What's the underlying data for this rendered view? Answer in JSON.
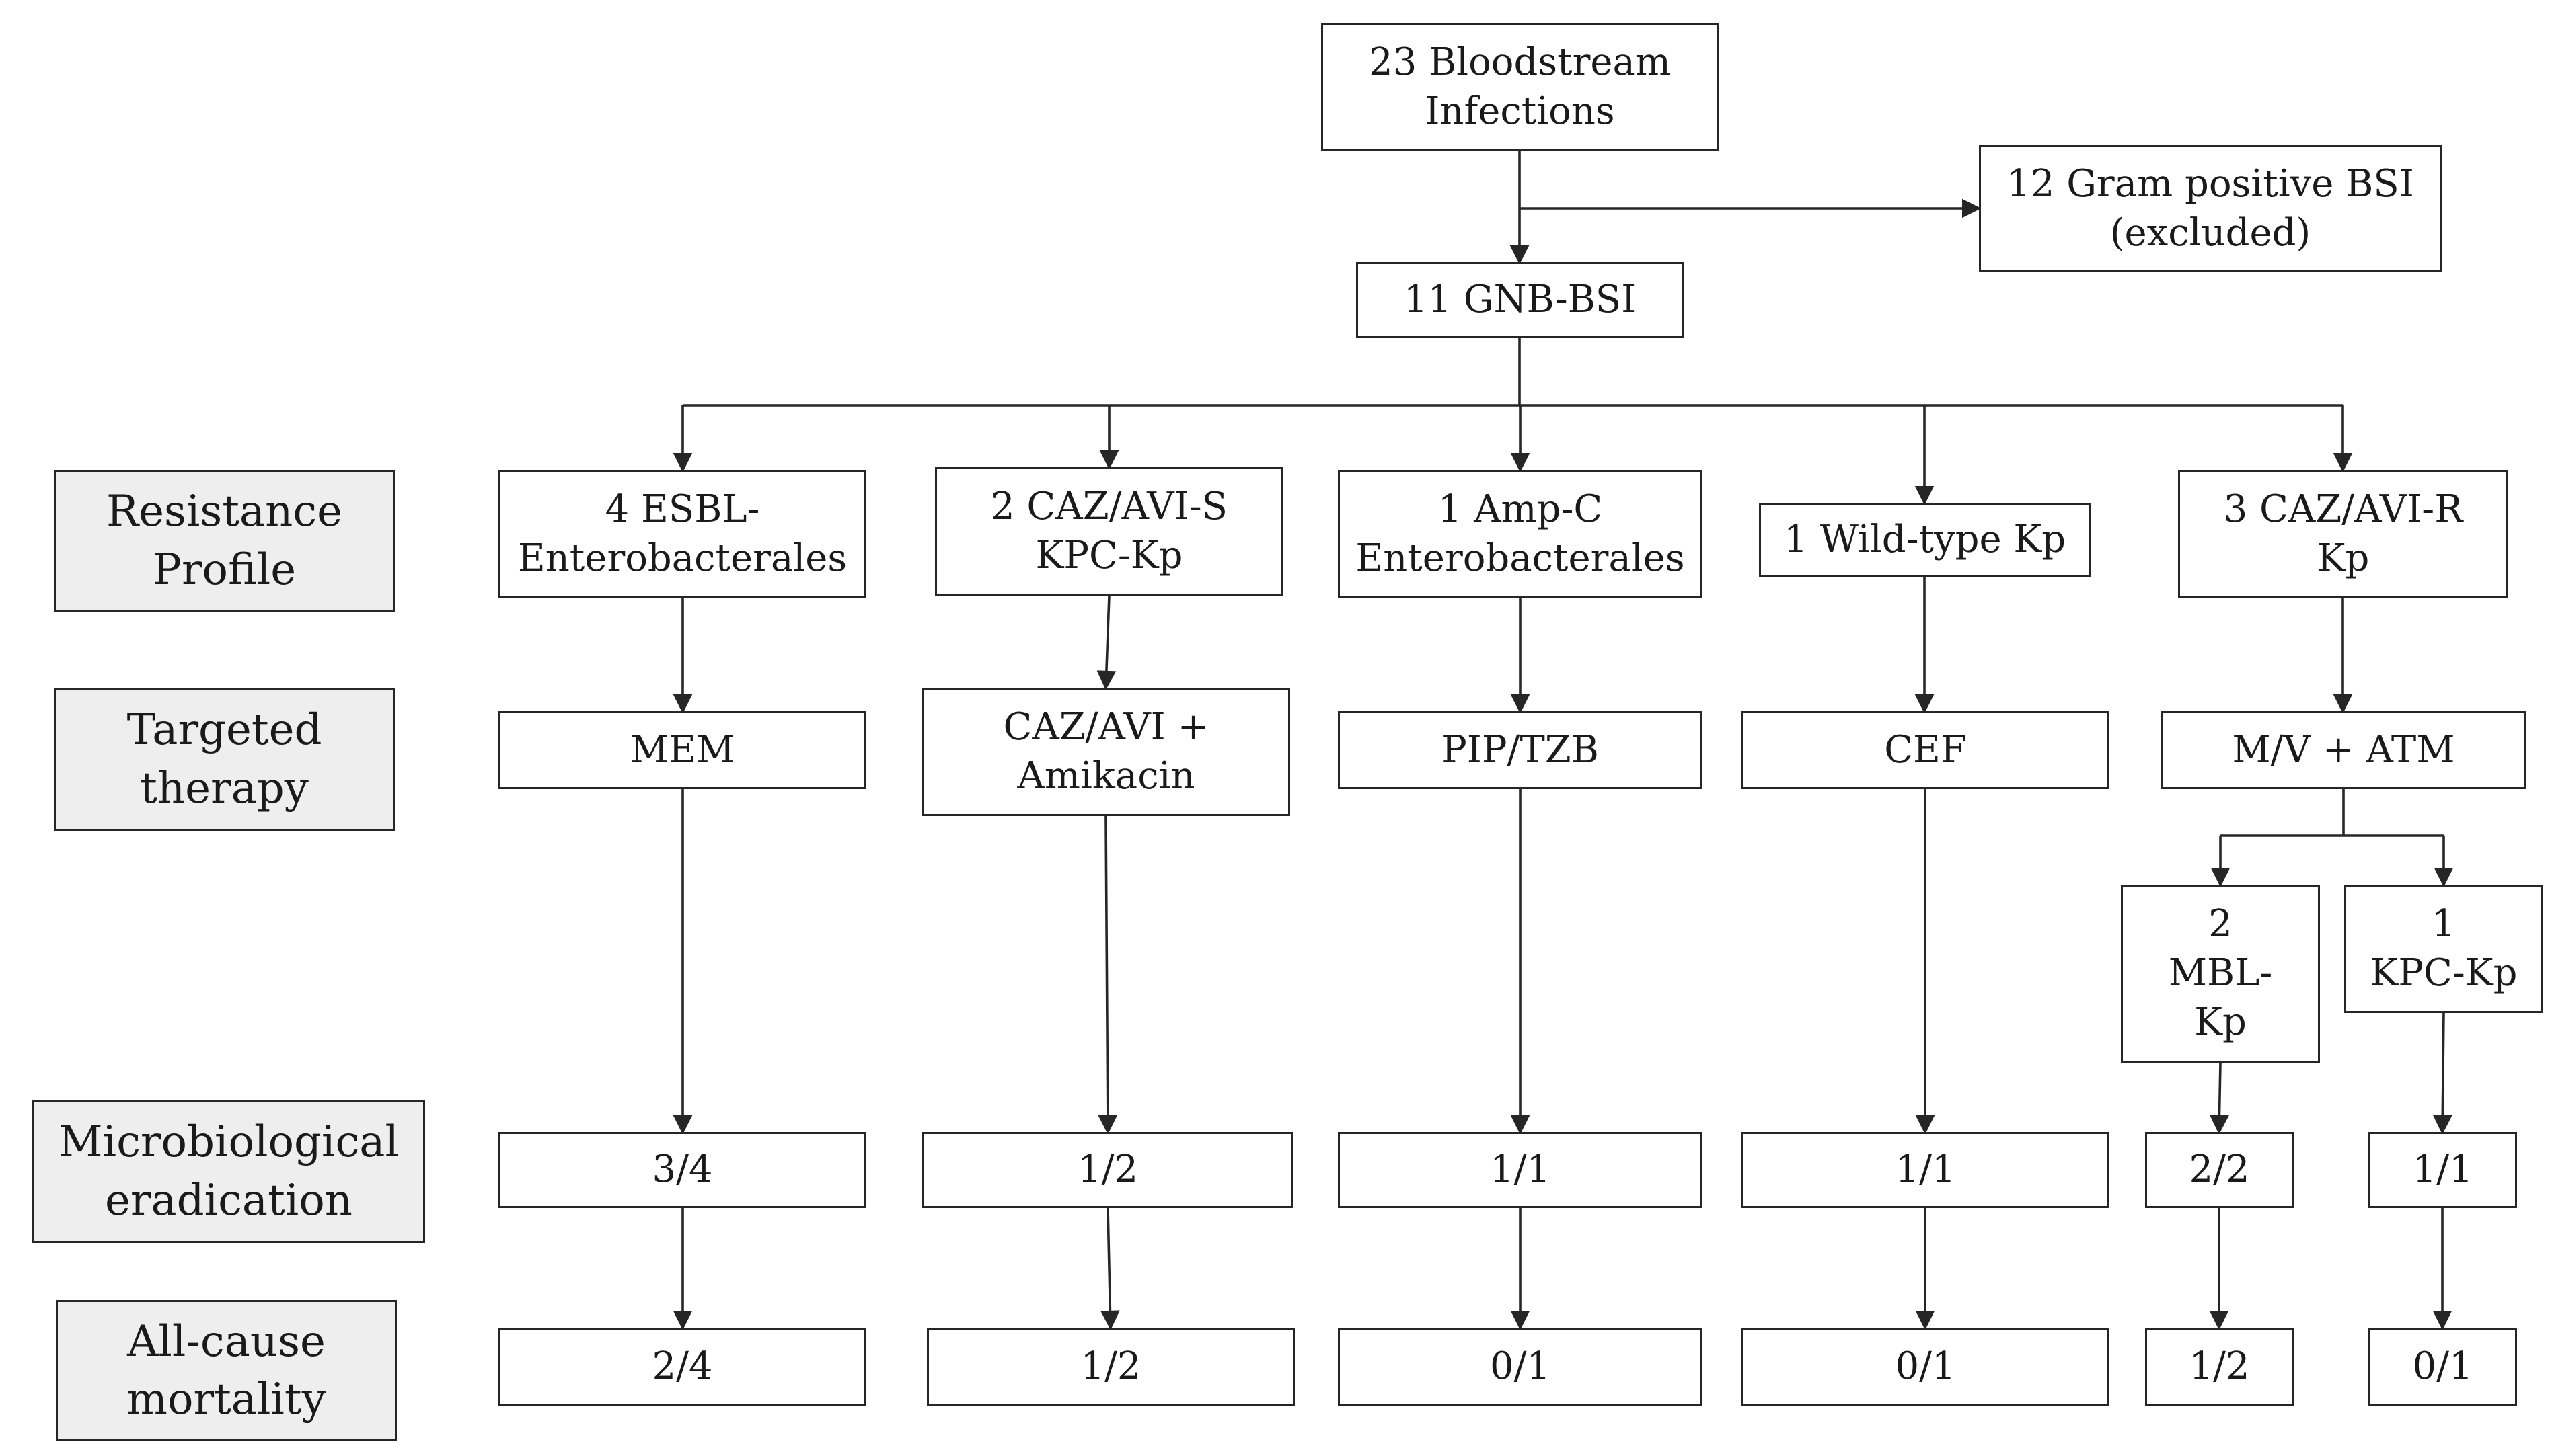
{
  "row_labels": {
    "resistance": "Resistance\nProfile",
    "therapy": "Targeted\ntherapy",
    "eradication": "Microbiological\neradication",
    "mortality": "All-cause\nmortality"
  },
  "top": {
    "total": "23 Bloodstream\nInfections",
    "excluded": "12 Gram positive BSI\n(excluded)",
    "gnb": "11 GNB-BSI"
  },
  "groups": [
    {
      "resistance": "4 ESBL-\nEnterobacterales",
      "therapy": "MEM",
      "eradication": "3/4",
      "mortality": "2/4"
    },
    {
      "resistance": "2 CAZ/AVI-S\nKPC-Kp",
      "therapy": "CAZ/AVI +\nAmikacin",
      "eradication": "1/2",
      "mortality": "1/2"
    },
    {
      "resistance": "1 Amp-C\nEnterobacterales",
      "therapy": "PIP/TZB",
      "eradication": "1/1",
      "mortality": "0/1"
    },
    {
      "resistance": "1 Wild-type Kp",
      "therapy": "CEF",
      "eradication": "1/1",
      "mortality": "0/1"
    },
    {
      "resistance": "3 CAZ/AVI-R\nKp",
      "therapy": "M/V + ATM",
      "subgroups": [
        {
          "name": "2\nMBL-\nKp",
          "eradication": "2/2",
          "mortality": "1/2"
        },
        {
          "name": "1\nKPC-Kp",
          "eradication": "1/1",
          "mortality": "0/1"
        }
      ]
    }
  ]
}
